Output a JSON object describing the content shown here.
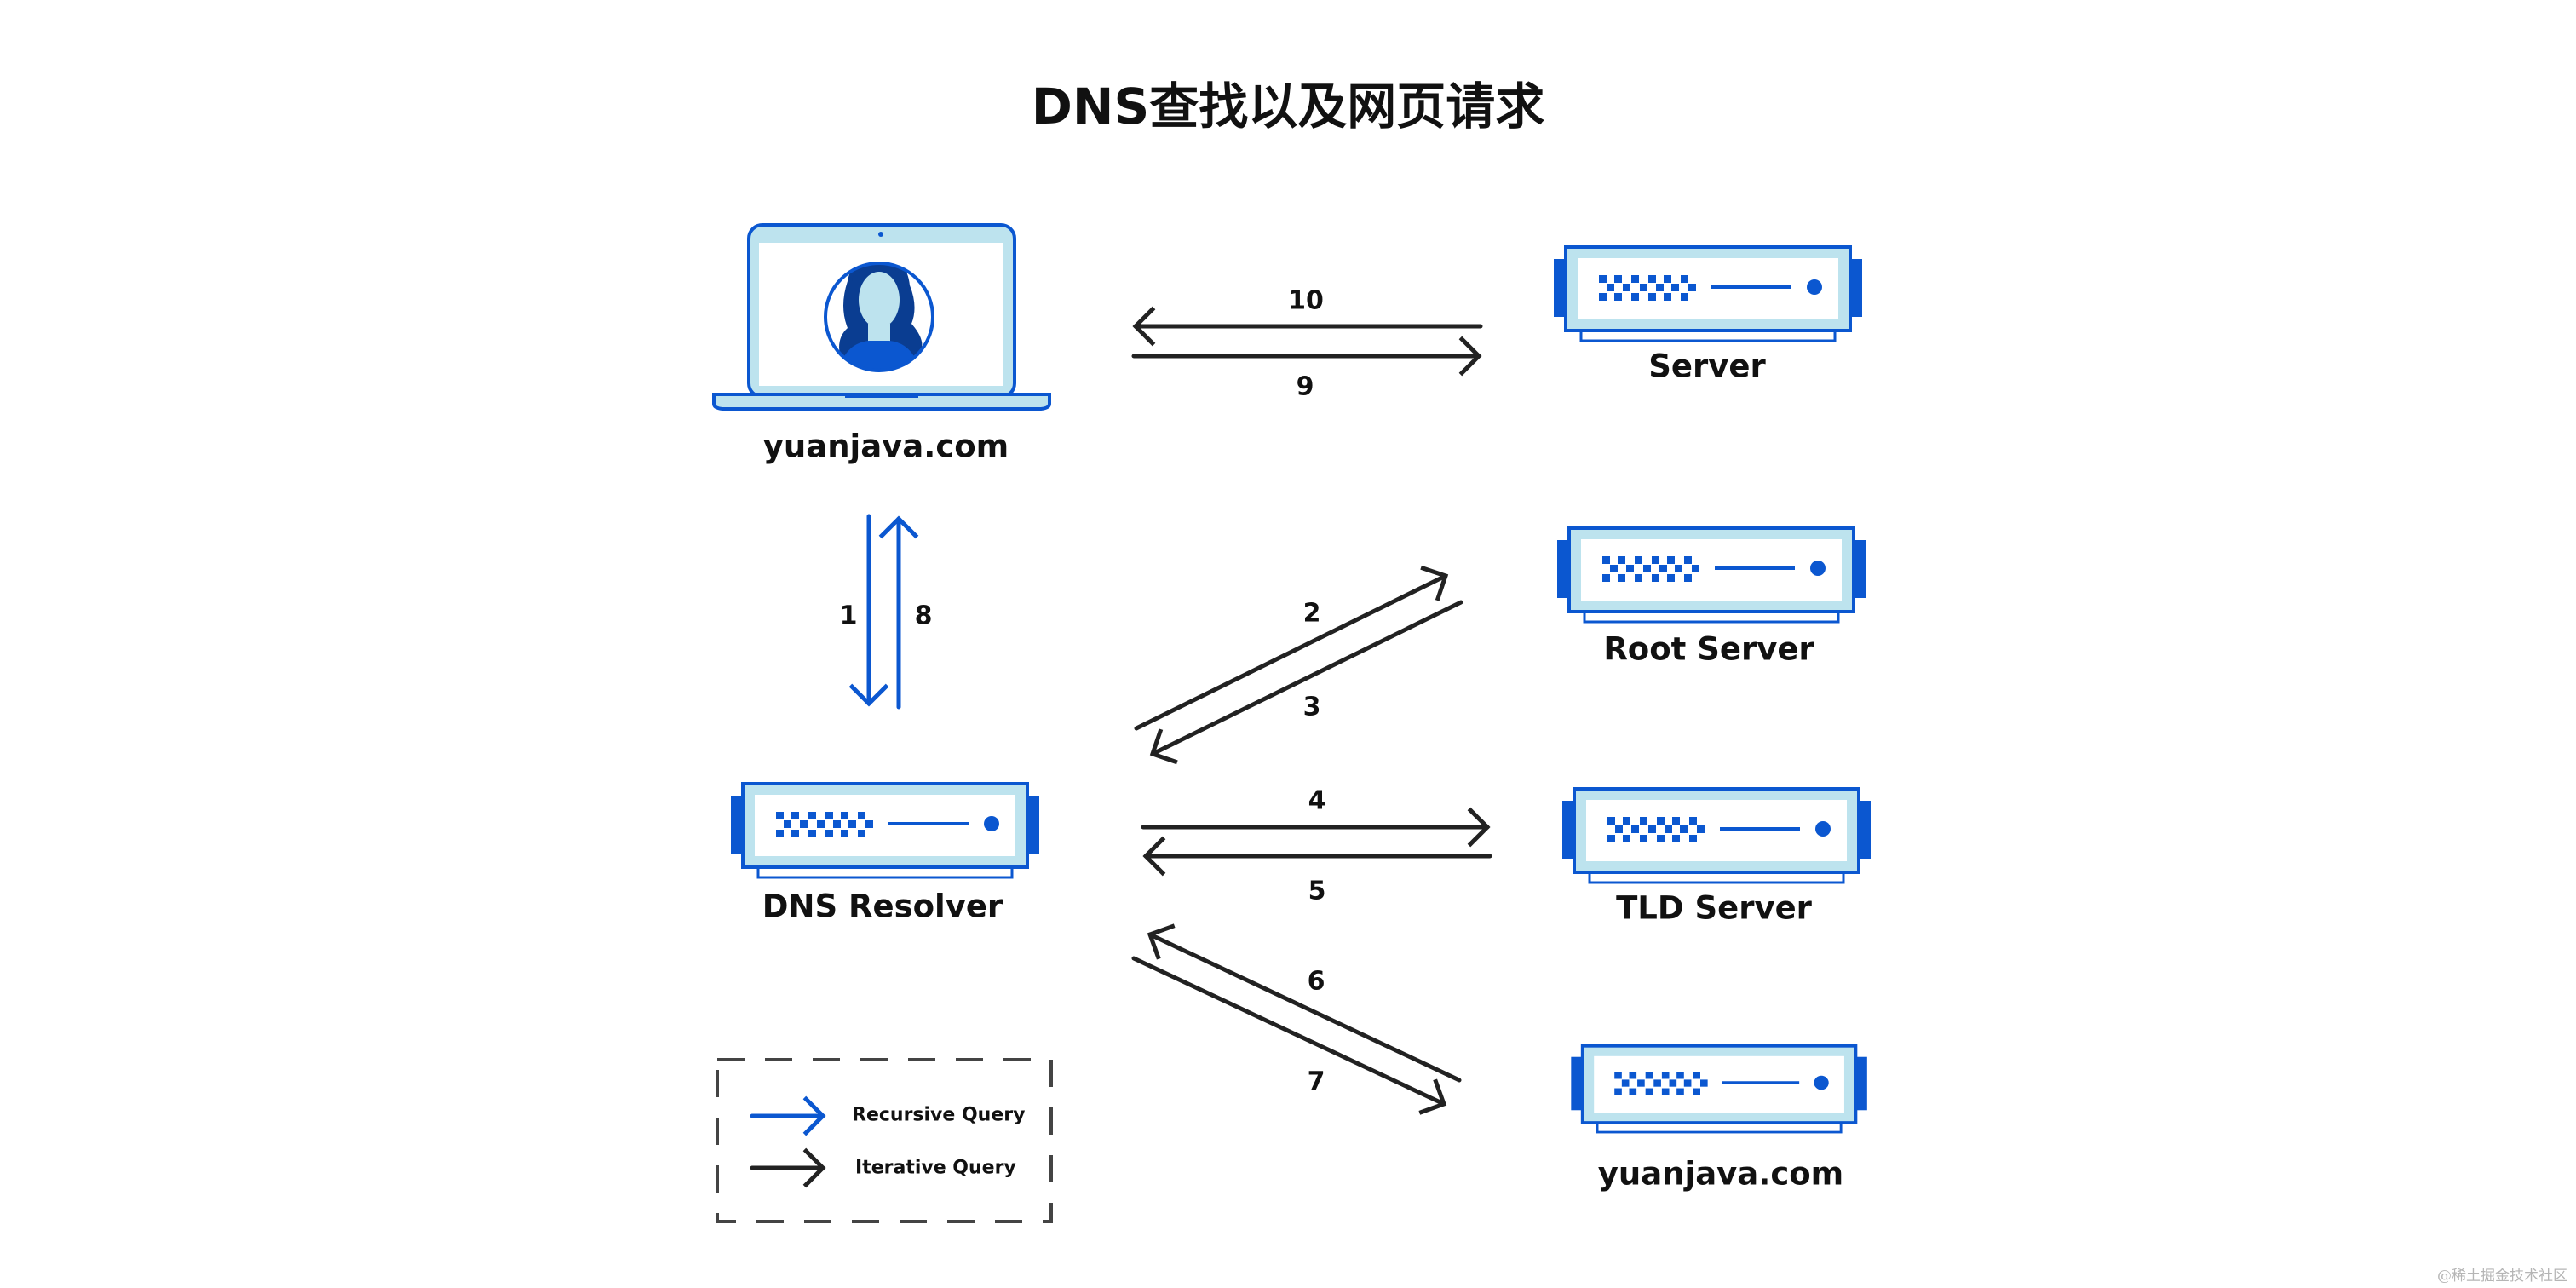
{
  "title": "DNS查找以及网页请求",
  "colors": {
    "blue": "#0b57d0",
    "light": "#bde3ee",
    "navy": "#0a3d91",
    "arrow_iterative": "#222222",
    "legend_border": "#444444"
  },
  "nodes": {
    "client": {
      "label": "yuanjava.com",
      "icon": "laptop-user-icon"
    },
    "web_server": {
      "label": "Server",
      "icon": "server-icon"
    },
    "root_server": {
      "label": "Root Server",
      "icon": "server-icon"
    },
    "resolver": {
      "label": "DNS Resolver",
      "icon": "server-icon"
    },
    "tld_server": {
      "label": "TLD Server",
      "icon": "server-icon"
    },
    "authoritative": {
      "label": "yuanjava.com",
      "icon": "server-icon"
    }
  },
  "steps": [
    {
      "n": "1",
      "from": "client",
      "to": "resolver",
      "type": "recursive"
    },
    {
      "n": "2",
      "from": "resolver",
      "to": "root_server",
      "type": "iterative"
    },
    {
      "n": "3",
      "from": "root_server",
      "to": "resolver",
      "type": "iterative"
    },
    {
      "n": "4",
      "from": "resolver",
      "to": "tld_server",
      "type": "iterative"
    },
    {
      "n": "5",
      "from": "tld_server",
      "to": "resolver",
      "type": "iterative"
    },
    {
      "n": "6",
      "from": "authoritative",
      "to": "resolver",
      "type": "iterative"
    },
    {
      "n": "7",
      "from": "resolver",
      "to": "authoritative",
      "type": "iterative"
    },
    {
      "n": "8",
      "from": "resolver",
      "to": "client",
      "type": "recursive"
    },
    {
      "n": "9",
      "from": "client",
      "to": "web_server",
      "type": "iterative"
    },
    {
      "n": "10",
      "from": "web_server",
      "to": "client",
      "type": "iterative"
    }
  ],
  "legend": {
    "recursive": "Recursive Query",
    "iterative": "Iterative Query"
  },
  "watermark": "@稀土掘金技术社区"
}
